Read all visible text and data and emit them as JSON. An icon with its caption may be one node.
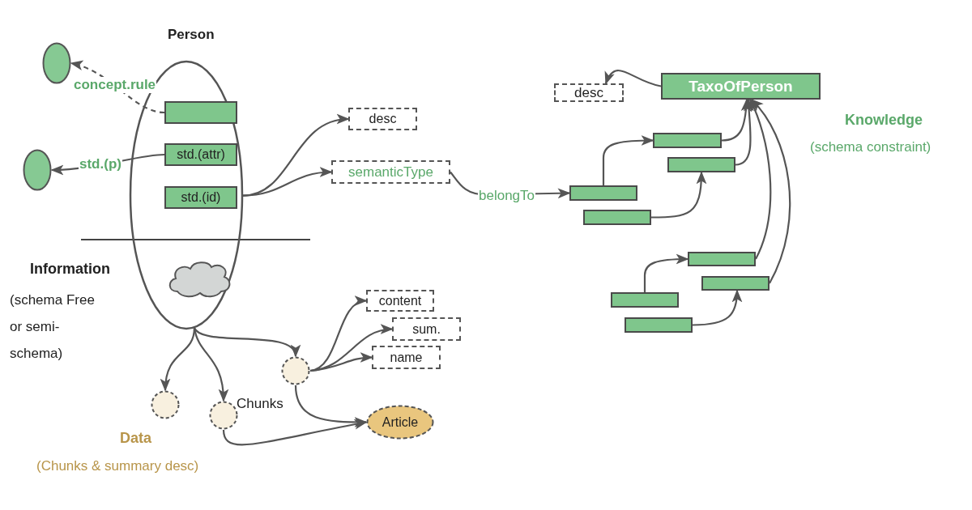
{
  "diagram": {
    "nodes": [
      {
        "text": [
          "Person"
        ]
      },
      {
        "text": [],
        "shape": "box",
        "in": 0
      },
      {
        "text": [
          "std.(attr)"
        ],
        "in": 0
      },
      {
        "text": [
          "std.(id)"
        ],
        "in": 0
      },
      {
        "text": [],
        "shape": "cloud",
        "in": 0
      },
      {
        "text": [],
        "shape": "circle"
      },
      {
        "text": [],
        "shape": "circle"
      },
      {
        "text": [
          "desc"
        ]
      },
      {
        "text": [
          "semanticType"
        ]
      },
      {
        "text": [
          "desc"
        ]
      },
      {
        "text": [
          "TaxoOfPerson"
        ]
      },
      {
        "text": [],
        "shape": "box"
      },
      {
        "text": [],
        "shape": "box"
      },
      {
        "text": [],
        "shape": "box"
      },
      {
        "text": [],
        "shape": "box"
      },
      {
        "text": [],
        "shape": "box"
      },
      {
        "text": [],
        "shape": "box"
      },
      {
        "text": [],
        "shape": "box"
      },
      {
        "text": [],
        "shape": "box"
      },
      {
        "text": [
          "content"
        ]
      },
      {
        "text": [
          "sum."
        ]
      },
      {
        "text": [
          "name"
        ]
      },
      {
        "text": [],
        "shape": "circle"
      },
      {
        "text": [],
        "shape": "circle"
      },
      {
        "text": [],
        "shape": "circle",
        "beside": [
          "Chunks"
        ]
      },
      {
        "text": [
          "Article"
        ]
      }
    ],
    "edges": [
      {
        "from": 1,
        "to": 5,
        "arrow": "to",
        "label": "concept.rule",
        "style": "dashed"
      },
      {
        "from": 2,
        "to": 6,
        "arrow": "to",
        "label": "std.(p)"
      },
      {
        "from": 0,
        "to": 7,
        "arrow": "to"
      },
      {
        "from": 0,
        "to": 8,
        "arrow": "to"
      },
      {
        "from": 8,
        "to": 13,
        "arrow": "to",
        "label": "belongTo"
      },
      {
        "from": 10,
        "to": 9,
        "arrow": "to"
      },
      {
        "from": 11,
        "to": 10,
        "arrow": "to"
      },
      {
        "from": 12,
        "to": 10,
        "arrow": "to"
      },
      {
        "from": 15,
        "to": 10,
        "arrow": "to"
      },
      {
        "from": 16,
        "to": 10,
        "arrow": "to"
      },
      {
        "from": 13,
        "to": 11,
        "arrow": "to"
      },
      {
        "from": 14,
        "to": 12,
        "arrow": "to"
      },
      {
        "from": 17,
        "to": 15,
        "arrow": "to"
      },
      {
        "from": 18,
        "to": 16,
        "arrow": "to"
      },
      {
        "from": 0,
        "to": 23,
        "arrow": "to"
      },
      {
        "from": 0,
        "to": 24,
        "arrow": "to"
      },
      {
        "from": 0,
        "to": 22,
        "arrow": "to"
      },
      {
        "from": 22,
        "to": 19,
        "arrow": "to"
      },
      {
        "from": 22,
        "to": 20,
        "arrow": "to"
      },
      {
        "from": 22,
        "to": 21,
        "arrow": "to"
      },
      {
        "from": 22,
        "to": 25,
        "arrow": "to"
      },
      {
        "from": 24,
        "to": 25,
        "arrow": "to"
      }
    ],
    "labels": [
      "Knowledge",
      "(schema constraint)",
      "Information",
      "(schema Free or semi-schema)",
      "Data",
      "(Chunks & summary desc)"
    ]
  }
}
